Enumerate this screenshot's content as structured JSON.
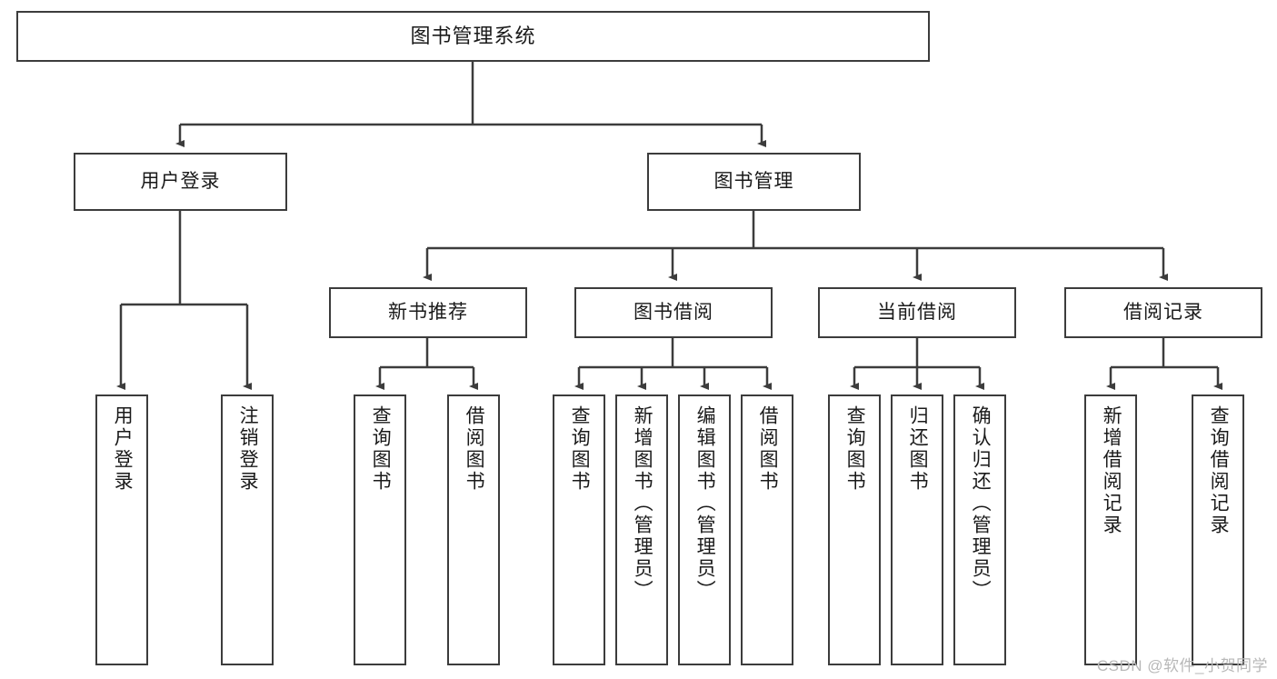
{
  "diagram": {
    "title": "图书管理系统",
    "type": "tree",
    "root": {
      "label": "图书管理系统"
    },
    "level1": [
      {
        "label": "用户登录"
      },
      {
        "label": "图书管理"
      }
    ],
    "level2": [
      {
        "label": "新书推荐"
      },
      {
        "label": "图书借阅"
      },
      {
        "label": "当前借阅"
      },
      {
        "label": "借阅记录"
      }
    ],
    "leaves": {
      "user_login": [
        {
          "label": "用户登录"
        },
        {
          "label": "注销登录"
        }
      ],
      "new_book_recommend": [
        {
          "label": "查询图书"
        },
        {
          "label": "借阅图书"
        }
      ],
      "book_borrow": [
        {
          "label": "查询图书"
        },
        {
          "label": "新增图书（管理员）"
        },
        {
          "label": "编辑图书（管理员）"
        },
        {
          "label": "借阅图书"
        }
      ],
      "current_borrow": [
        {
          "label": "查询图书"
        },
        {
          "label": "归还图书"
        },
        {
          "label": "确认归还（管理员）"
        }
      ],
      "borrow_record": [
        {
          "label": "新增借阅记录"
        },
        {
          "label": "查询借阅记录"
        }
      ]
    },
    "watermark": "CSDN @软件_小贺同学",
    "colors": {
      "stroke": "#3c3c3c",
      "fill": "#ffffff",
      "text": "#1a1a1a",
      "watermark": "#b8b8b8"
    }
  }
}
